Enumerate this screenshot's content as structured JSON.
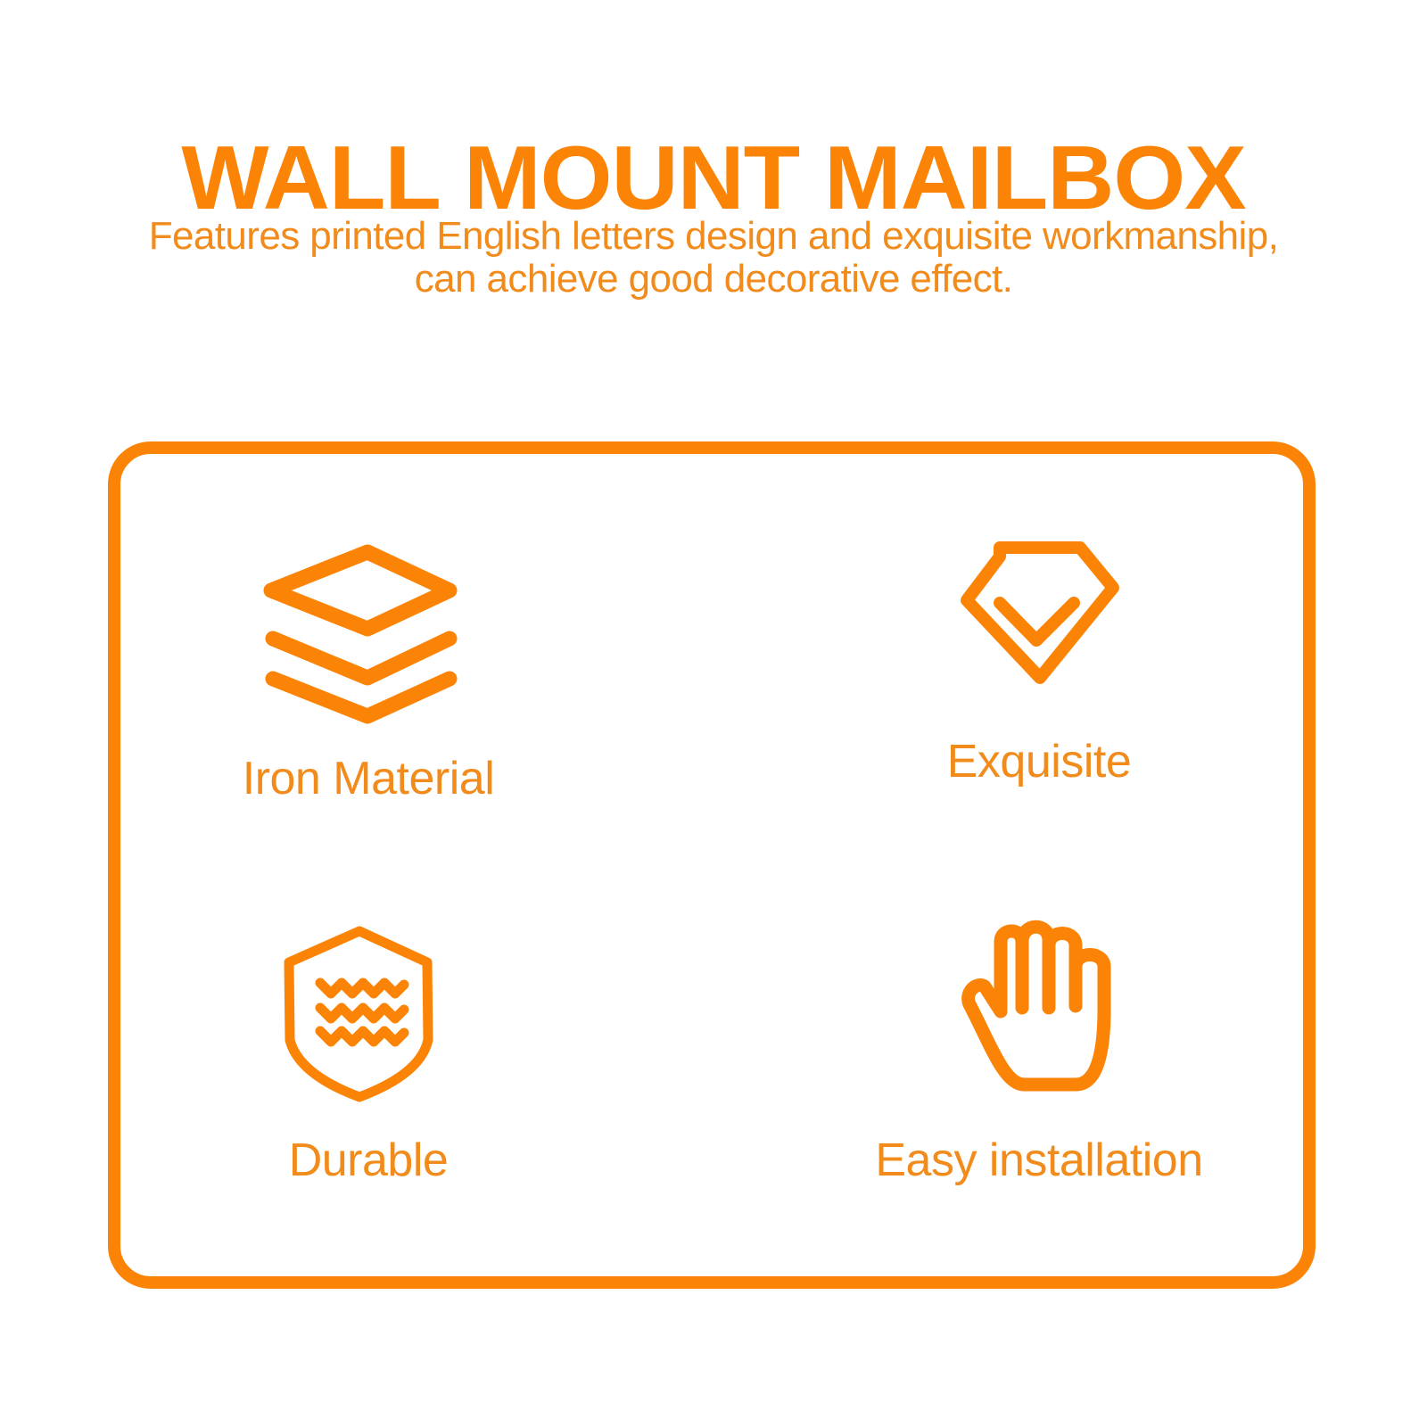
{
  "header": {
    "title": "WALL MOUNT MAILBOX",
    "subtitle_line1": "Features printed English letters design and exquisite workmanship,",
    "subtitle_line2": "can achieve good decorative effect."
  },
  "features": [
    {
      "label": "Iron Material",
      "icon": "layers-icon"
    },
    {
      "label": "Exquisite",
      "icon": "diamond-icon"
    },
    {
      "label": "Durable",
      "icon": "shield-waves-icon"
    },
    {
      "label": "Easy installation",
      "icon": "hand-icon"
    }
  ],
  "colors": {
    "accent": "#fb8407",
    "text": "#f18b1c",
    "background": "#ffffff"
  }
}
